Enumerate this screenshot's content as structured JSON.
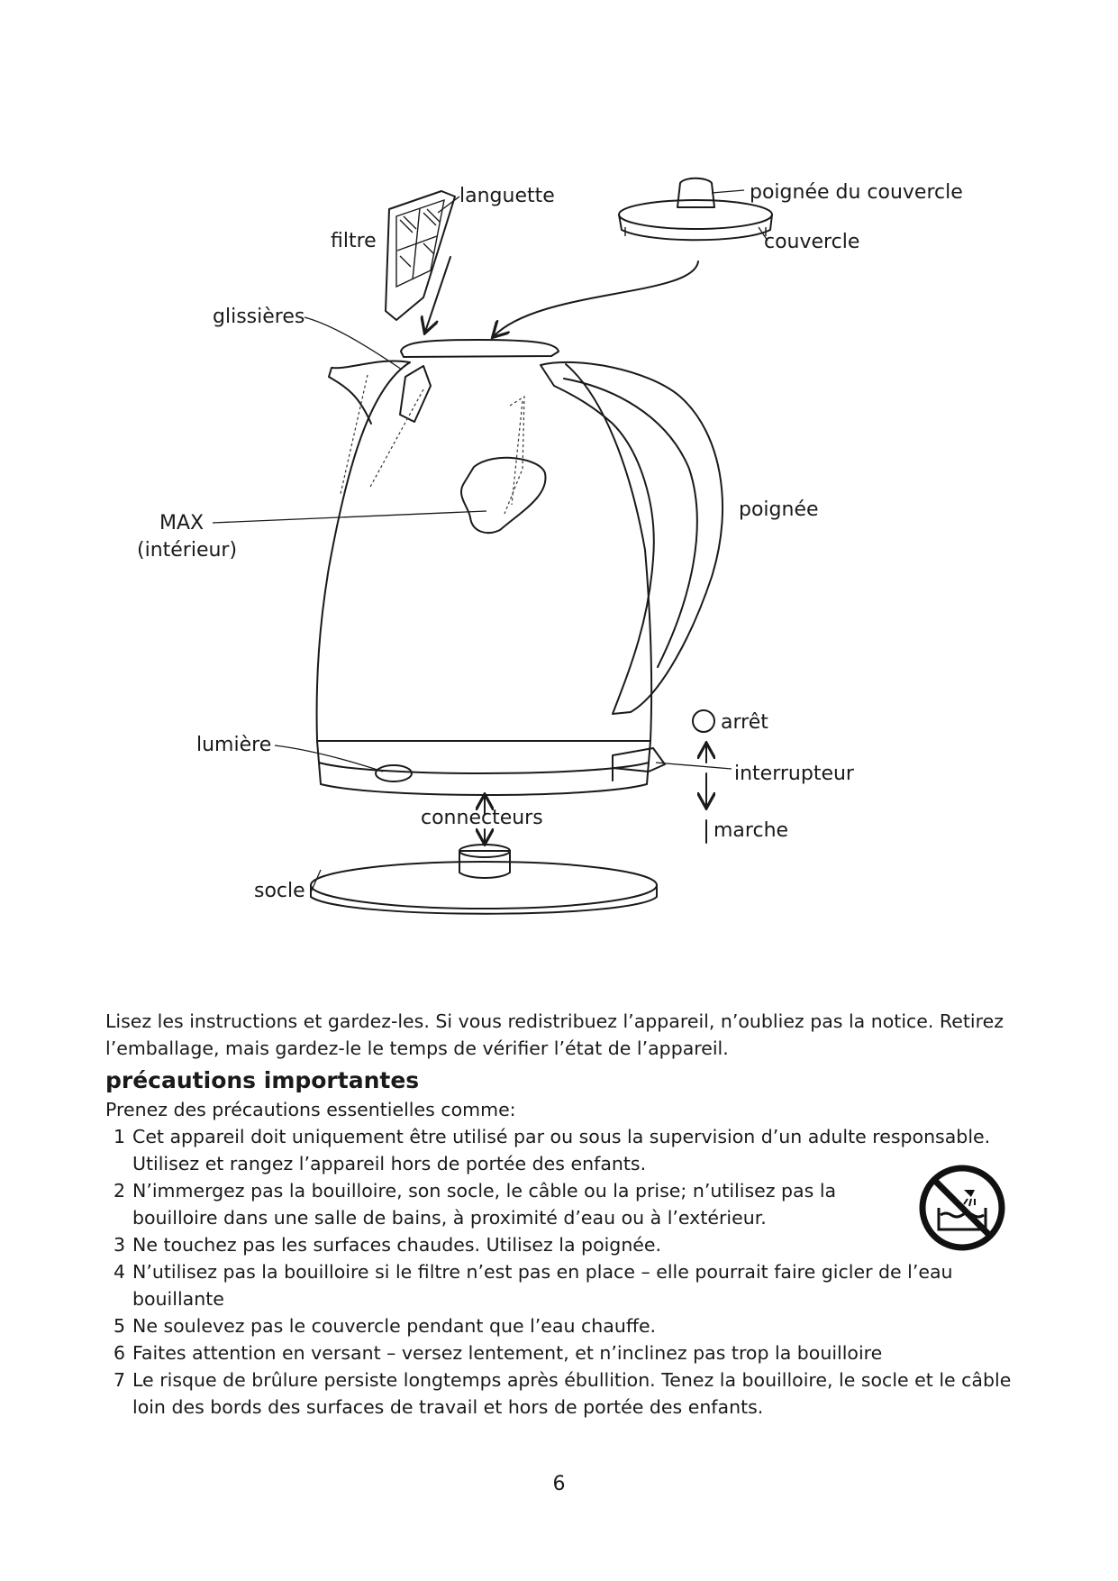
{
  "diagram": {
    "labels": {
      "languette": "languette",
      "filtre": "filtre",
      "poignee_couvercle": "poignée du couvercle",
      "couvercle": "couvercle",
      "glissieres": "glissières",
      "max": "MAX",
      "interieur": "(intérieur)",
      "poignee": "poignée",
      "arret": "arrêt",
      "lumiere": "lumière",
      "interrupteur": "interrupteur",
      "connecteurs": "connecteurs",
      "marche": "marche",
      "socle": "socle"
    }
  },
  "intro": "Lisez les instructions et gardez-les. Si vous redistribuez l’appareil, n’oubliez pas la notice. Retirez l’emballage, mais gardez-le le temps de vérifier l’état de l’appareil.",
  "heading": "précautions importantes",
  "lead_in": "Prenez des précautions essentielles comme:",
  "precautions": [
    {
      "num": "1",
      "text": "Cet appareil doit uniquement être utilisé par ou sous la supervision d’un adulte responsable. Utilisez et rangez l’appareil hors de portée des enfants."
    },
    {
      "num": "2",
      "text": "N’immergez pas la bouilloire, son socle, le câble ou la prise; n’utilisez pas la bouilloire dans une salle de bains, à proximité d’eau ou à l’extérieur."
    },
    {
      "num": "3",
      "text": "Ne touchez pas les surfaces chaudes. Utilisez la poignée."
    },
    {
      "num": "4",
      "text": "N’utilisez pas la bouilloire si le filtre n’est pas en place – elle pourrait faire gicler de l’eau bouillante"
    },
    {
      "num": "5",
      "text": "Ne soulevez pas le couvercle pendant que l’eau chauffe."
    },
    {
      "num": "6",
      "text": "Faites attention en versant – versez lentement, et n’inclinez pas trop la bouilloire"
    },
    {
      "num": "7",
      "text": "Le risque de brûlure persiste longtemps après ébullition. Tenez la bouilloire, le socle et le câble loin des bords des surfaces de travail et hors de portée des enfants."
    }
  ],
  "page_number": "6"
}
